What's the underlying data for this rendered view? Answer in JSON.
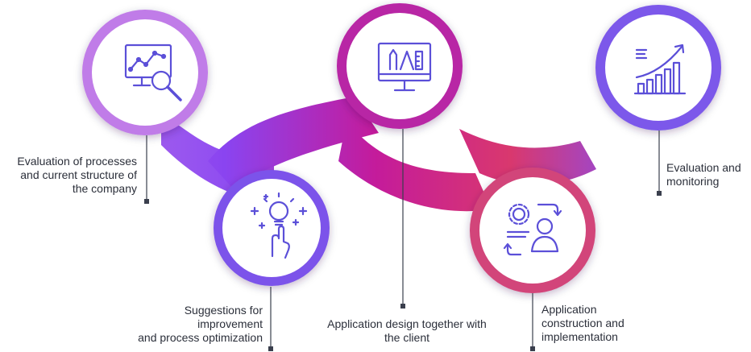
{
  "steps": [
    {
      "id": "evaluation",
      "label": "Evaluation of processes\nand current structure of\nthe company",
      "icon": "monitor-magnifier-chart-icon"
    },
    {
      "id": "suggestions",
      "label": "Suggestions for\nimprovement\nand process optimization",
      "icon": "lightbulb-hand-icon"
    },
    {
      "id": "design",
      "label": "Application design together with\nthe client",
      "icon": "monitor-design-tools-icon"
    },
    {
      "id": "construction",
      "label": "Application\nconstruction and\nimplementation",
      "icon": "user-gear-cycle-icon"
    },
    {
      "id": "monitoring",
      "label": "Evaluation and\nmonitoring",
      "icon": "growth-bar-chart-icon"
    }
  ],
  "colors": {
    "purple_light": "#b86fe6",
    "violet": "#8a44f0",
    "magenta": "#c41b9b",
    "pink": "#d9386e",
    "indigo": "#6a4fe0",
    "icon": "#5b4fd8",
    "leader": "#3a3f4d"
  }
}
